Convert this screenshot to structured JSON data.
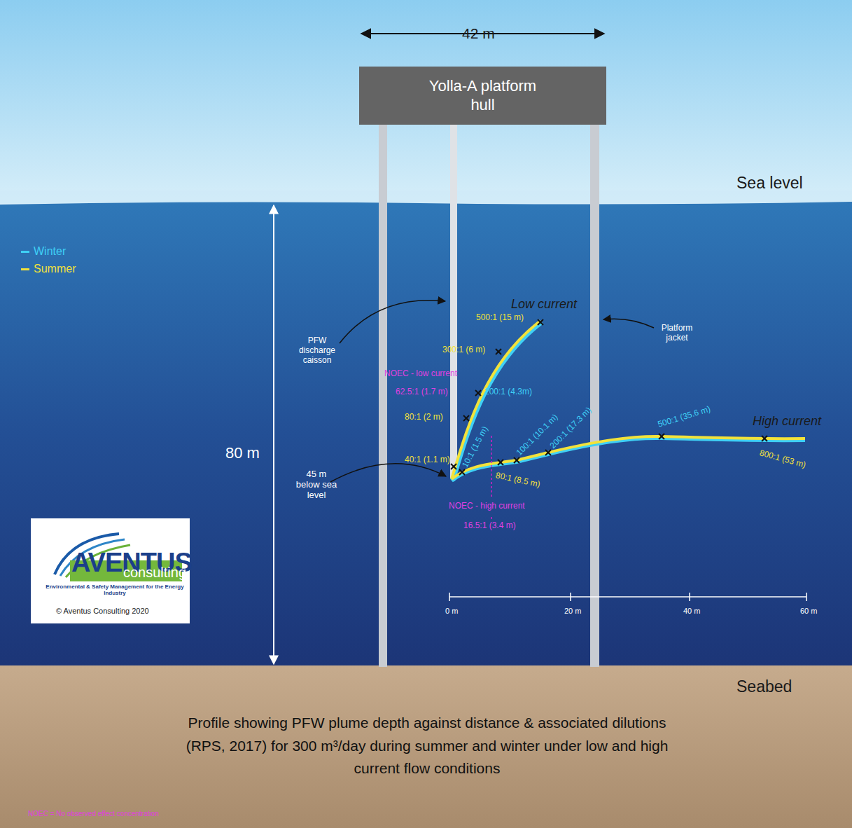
{
  "diagram": {
    "caption": "Profile showing PFW plume depth against distance & associated dilutions (RPS, 2017) for 300 m³/day during summer and winter under low and high current flow conditions",
    "nodes": [
      {
        "text": [
          "Yolla-A platform hull"
        ]
      },
      {
        "text": [
          "AVENTUS",
          "consulting",
          "Environmental & Safety Management for the Energy Industry",
          "© Aventus Consulting 2020"
        ]
      }
    ],
    "labels": [
      "42 m",
      "Sea level",
      "Seabed",
      "80 m",
      "Low current",
      "High current",
      "PFW discharge caisson",
      "Platform jacket",
      "45 m below sea level",
      "500:1 (15 m)",
      "300:1 (6 m)",
      "NOEC - low current",
      "62.5:1 (1.7 m)",
      "200:1 (4.3m)",
      "80:1 (2 m)",
      "40:1 (1.1 m)",
      "10:1 (1.5 m)",
      "100:1 (10.1 m)",
      "200:1 (17.3 m)",
      "500:1 (35.6 m)",
      "800:1 (53 m)",
      "80:1 (8.5 m)",
      "NOEC - high current",
      "16.5:1 (3.4 m)",
      "0 m",
      "20 m",
      "40 m",
      "60 m",
      "NOEC = No observed effect concentration"
    ],
    "legend": [
      {
        "text": "Winter",
        "color": "#3fd0f5"
      },
      {
        "text": "Summer",
        "color": "#f2e23a"
      }
    ]
  }
}
